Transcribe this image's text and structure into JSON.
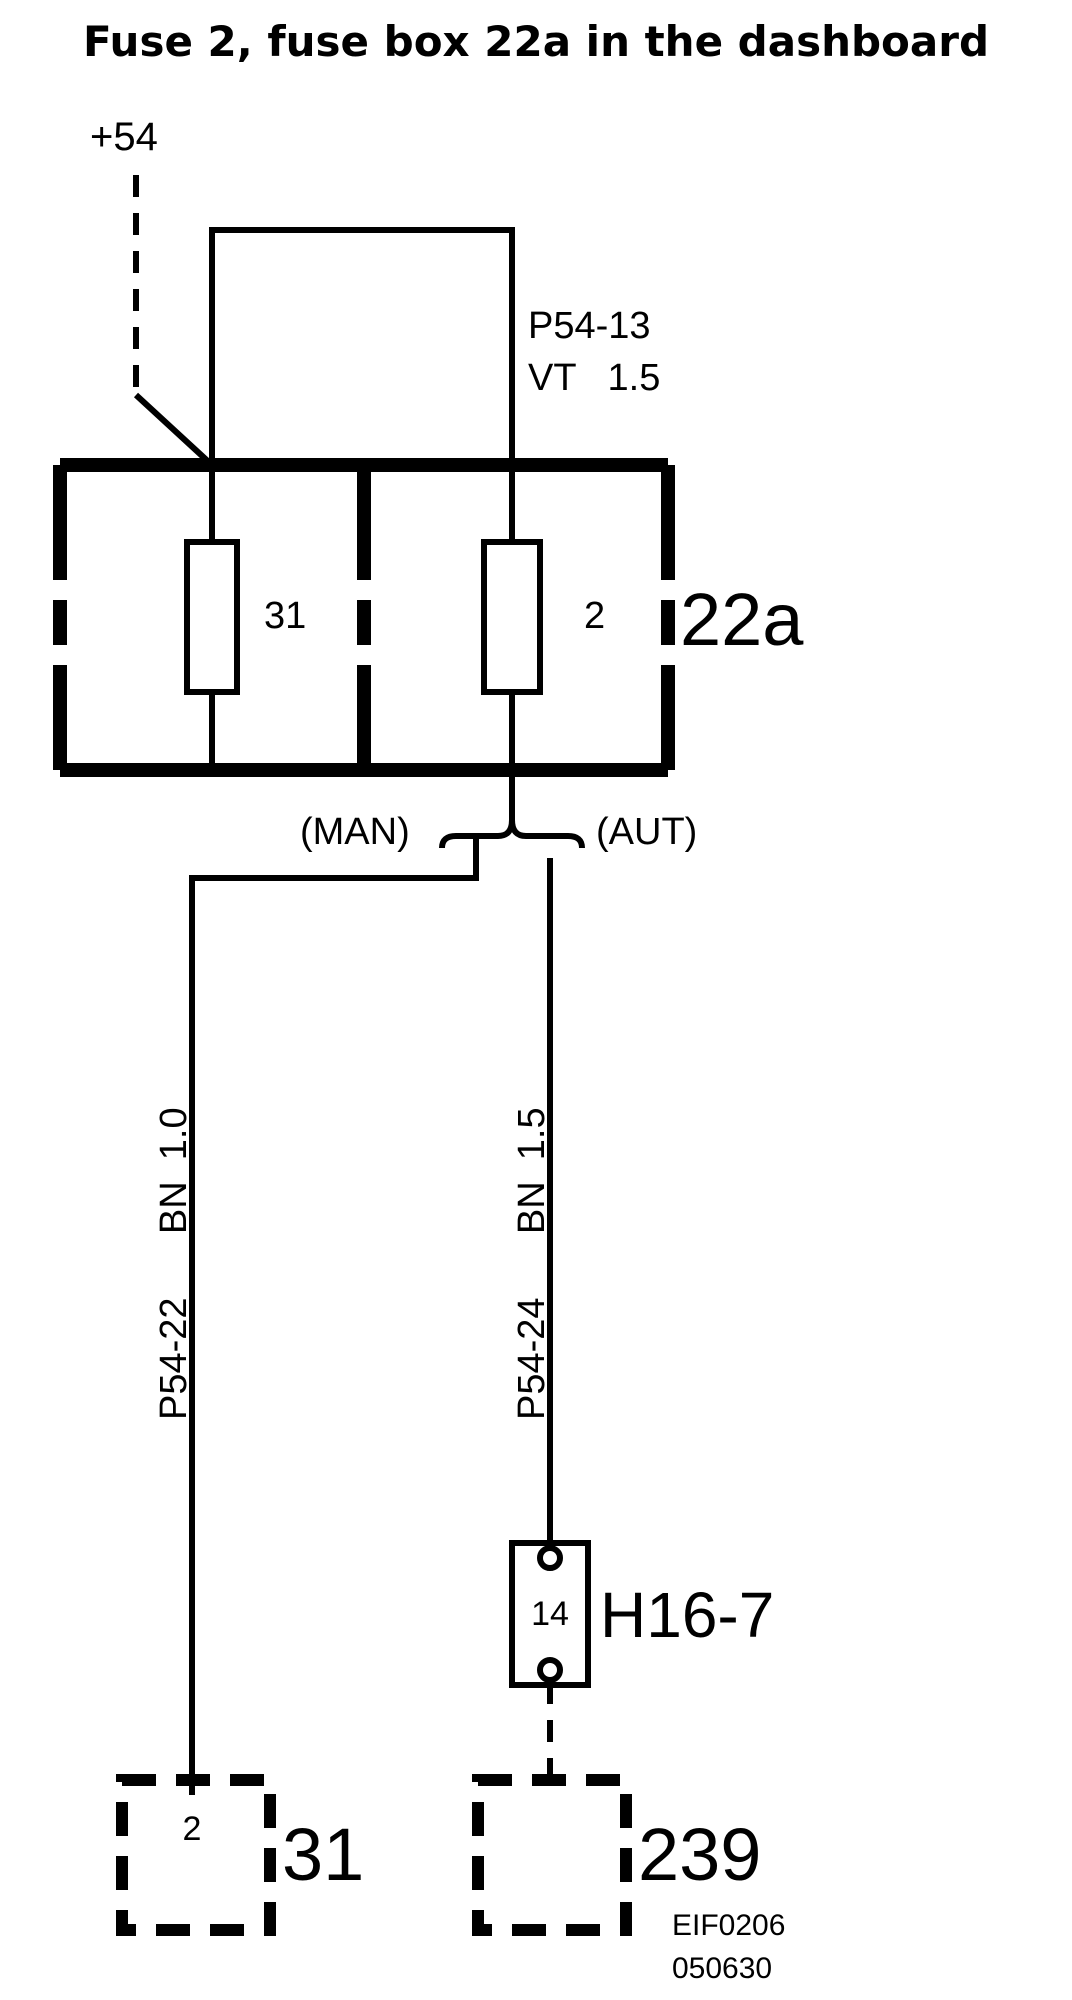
{
  "title": "Fuse 2, fuse box 22a in the dashboard",
  "supply_label": "+54",
  "fuse_box": {
    "id": "22a",
    "fuse_left": "31",
    "fuse_right": "2"
  },
  "feed_wire": {
    "connector": "P54-13",
    "spec": "VT   1.5"
  },
  "variants": {
    "manual": "(MAN)",
    "automatic": "(AUT)"
  },
  "wire_left": {
    "label": "P54-22      BN  1.0"
  },
  "wire_right": {
    "label": "P54-24      BN  1.5"
  },
  "connector_h16": {
    "id": "H16-7",
    "pin": "14"
  },
  "component_31": {
    "id": "31",
    "pin": "2"
  },
  "component_239": {
    "id": "239"
  },
  "doc_ref": {
    "code": "EIF0206",
    "date": "050630"
  }
}
